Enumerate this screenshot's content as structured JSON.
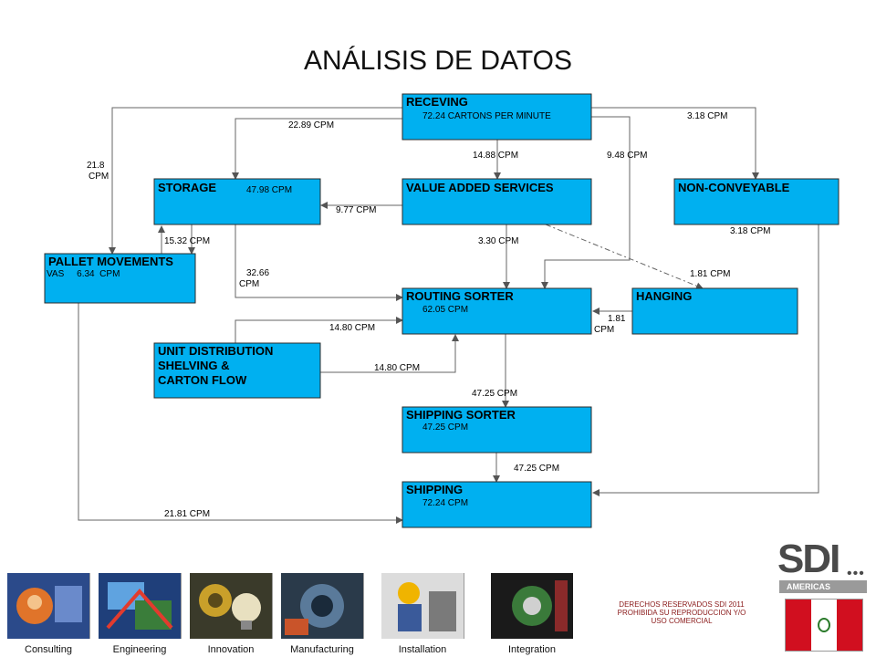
{
  "title": "ANÁLISIS DE DATOS",
  "colors": {
    "box": "#00b0f0",
    "border": "#2b2b2b",
    "line": "#555555"
  },
  "nodes": {
    "receving": {
      "name": "RECEVING",
      "sub": "72.24  CARTONS PER MINUTE"
    },
    "storage": {
      "name": "STORAGE",
      "sub": "47.98  CPM"
    },
    "vas": {
      "name": "VALUE ADDED SERVICES",
      "sub": ""
    },
    "nonconv": {
      "name": "NON-CONVEYABLE",
      "sub": ""
    },
    "pallet": {
      "name": "PALLET MOVEMENTS",
      "sub": "VAS     6.34  CPM"
    },
    "routing": {
      "name": "ROUTING SORTER",
      "sub": "62.05  CPM"
    },
    "hanging": {
      "name": "HANGING",
      "sub": ""
    },
    "unit": {
      "name": "UNIT DISTRIBUTION",
      "name2": "SHELVING &",
      "name3": "CARTON FLOW"
    },
    "shipsorter": {
      "name": "SHIPPING SORTER",
      "sub": "47.25  CPM"
    },
    "shipping": {
      "name": "SHIPPING",
      "sub": "72.24  CPM"
    }
  },
  "flows": {
    "rec_storage": "22.89  CPM",
    "rec_nonconv": "3.18  CPM",
    "rec_pallet_a": "21.8",
    "rec_pallet_b": "CPM",
    "rec_vas": "14.88  CPM",
    "rec_routing": "9.48  CPM",
    "vas_storage": "9.77  CPM",
    "nonconv_ship": "3.18  CPM",
    "pallet_storage": "15.32  CPM",
    "vas_routing": "3.30  CPM",
    "storage_routing_a": "32.66",
    "storage_routing_b": "CPM",
    "vas_hanging": "1.81  CPM",
    "hang_routing_a": "1.81",
    "hang_routing_b": "CPM",
    "unit_routing_a": "14.80  CPM",
    "unit_routing_b": "14.80 CPM",
    "routing_shipsorter": "47.25  CPM",
    "shipsorter_ship": "47.25  CPM",
    "pallet_ship": "21.81  CPM"
  },
  "footer": {
    "tiles": [
      "Consulting",
      "Engineering",
      "Innovation",
      "Manufacturing",
      "Installation",
      "Integration"
    ],
    "tile_icons": [
      "consulting-icon",
      "engineering-icon",
      "innovation-icon",
      "manufacturing-icon",
      "installation-icon",
      "integration-icon"
    ],
    "copyright": "DERECHOS RESERVADOS SDI 2011  PROHIBIDA SU REPRODUCCION Y/O USO COMERCIAL",
    "logo_text": "SDI",
    "logo_region": "AMERICAS"
  }
}
